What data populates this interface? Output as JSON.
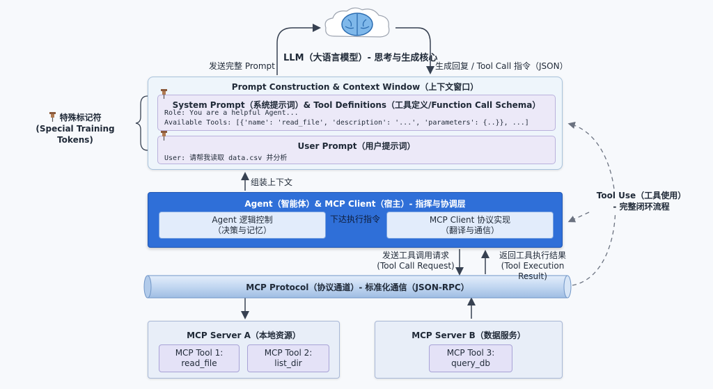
{
  "llm": {
    "title": "LLM（大语言模型）- 思考与生成核心",
    "send_label": "发送完整 Prompt",
    "reply_label": "生成回复 / Tool Call 指令（JSON）"
  },
  "context_window": {
    "title": "Prompt Construction & Context Window（上下文窗口）",
    "system": {
      "title": "System Prompt（系统提示词）& Tool Definitions（工具定义/Function Call Schema）",
      "line1": "Role: You are a helpful Agent...",
      "line2": "Available Tools: [{'name': 'read_file', 'description': '...', 'parameters': {..}}, ...]"
    },
    "user": {
      "title": "User Prompt（用户提示词）",
      "line1": "User: 请帮我读取 data.csv 并分析"
    }
  },
  "special_tokens": {
    "line1": "特殊标记符",
    "line2": "(Special Training Tokens)"
  },
  "assemble_label": "组装上下文",
  "agent": {
    "title": "Agent（智能体）& MCP Client（宿主）- 指挥与协调层",
    "logic_line1": "Agent 逻辑控制",
    "logic_line2": "（决策与记忆）",
    "client_line1": "MCP Client 协议实现",
    "client_line2": "（翻译与通信）",
    "dispatch_label": "下达执行指令"
  },
  "tool_call": {
    "request_line1": "发送工具调用请求",
    "request_line2": "(Tool Call Request)",
    "result_line1": "返回工具执行结果",
    "result_line2": "(Tool Execution Result)"
  },
  "protocol": {
    "title": "MCP Protocol（协议通道）- 标准化通信（JSON-RPC）"
  },
  "tool_use": {
    "line1": "Tool Use（工具使用）",
    "line2": "- 完整闭环流程"
  },
  "server_a": {
    "title": "MCP Server A（本地资源）",
    "tool1_line1": "MCP Tool 1:",
    "tool1_line2": "read_file",
    "tool2_line1": "MCP Tool 2:",
    "tool2_line2": "list_dir"
  },
  "server_b": {
    "title": "MCP Server B（数据服务）",
    "tool3_line1": "MCP Tool 3:",
    "tool3_line2": "query_db"
  },
  "colors": {
    "agent_blue": "#2f6fd8",
    "context_bg": "#eef5fb",
    "purple_box": "#ece9f8",
    "pipe": "#c9dcf4"
  },
  "icons": [
    "brain-icon",
    "pin-icon"
  ]
}
